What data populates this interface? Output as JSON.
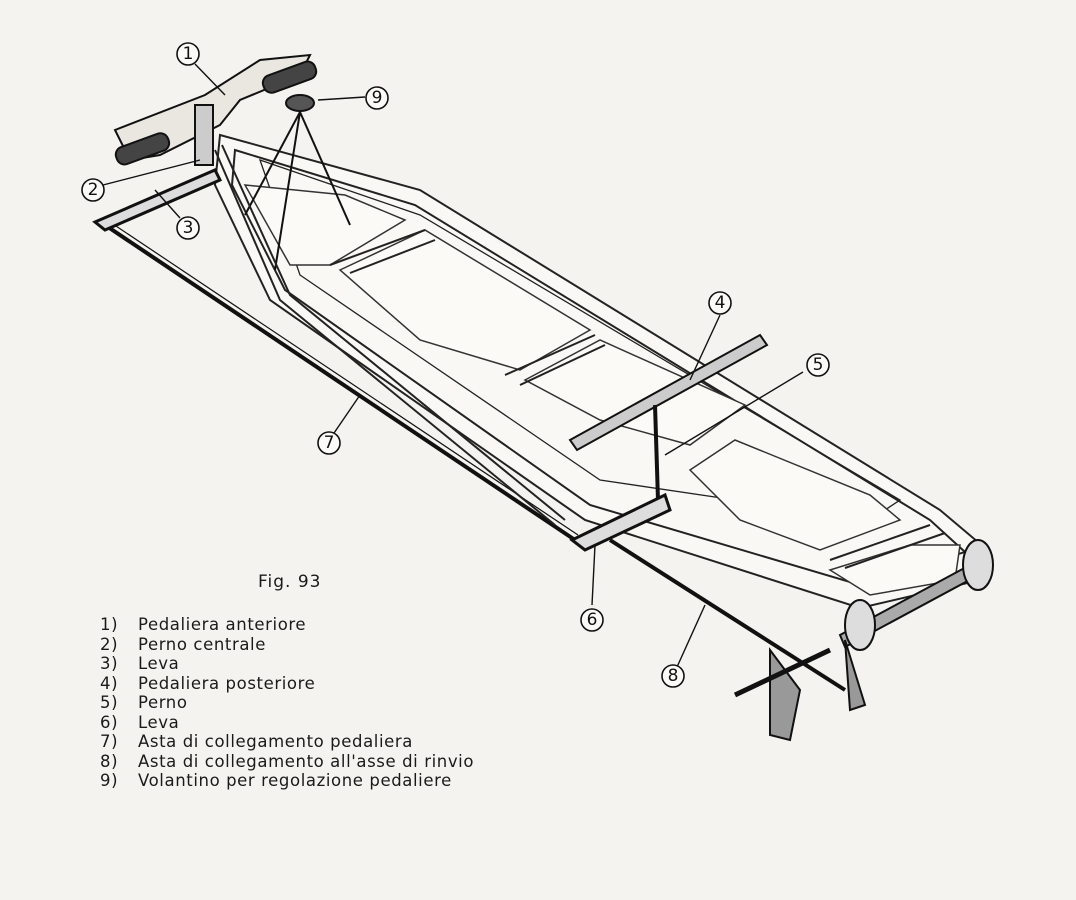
{
  "figure": {
    "caption": "Fig. 93",
    "callouts": [
      {
        "id": "1",
        "label": "1"
      },
      {
        "id": "2",
        "label": "2"
      },
      {
        "id": "3",
        "label": "3"
      },
      {
        "id": "4",
        "label": "4"
      },
      {
        "id": "5",
        "label": "5"
      },
      {
        "id": "6",
        "label": "6"
      },
      {
        "id": "7",
        "label": "7"
      },
      {
        "id": "8",
        "label": "8"
      },
      {
        "id": "9",
        "label": "9"
      }
    ],
    "legend": [
      {
        "num": "1)",
        "text": "Pedaliera anteriore"
      },
      {
        "num": "2)",
        "text": "Perno centrale"
      },
      {
        "num": "3)",
        "text": "Leva"
      },
      {
        "num": "4)",
        "text": "Pedaliera posteriore"
      },
      {
        "num": "5)",
        "text": "Perno"
      },
      {
        "num": "6)",
        "text": "Leva"
      },
      {
        "num": "7)",
        "text": "Asta di collegamento pedaliera"
      },
      {
        "num": "8)",
        "text": "Asta di collegamento all'asse di rinvio"
      },
      {
        "num": "9)",
        "text": "Volantino per regolazione pedaliere"
      }
    ],
    "colors": {
      "paper": "#f4f3ef",
      "ink": "#1a1a1a"
    }
  }
}
